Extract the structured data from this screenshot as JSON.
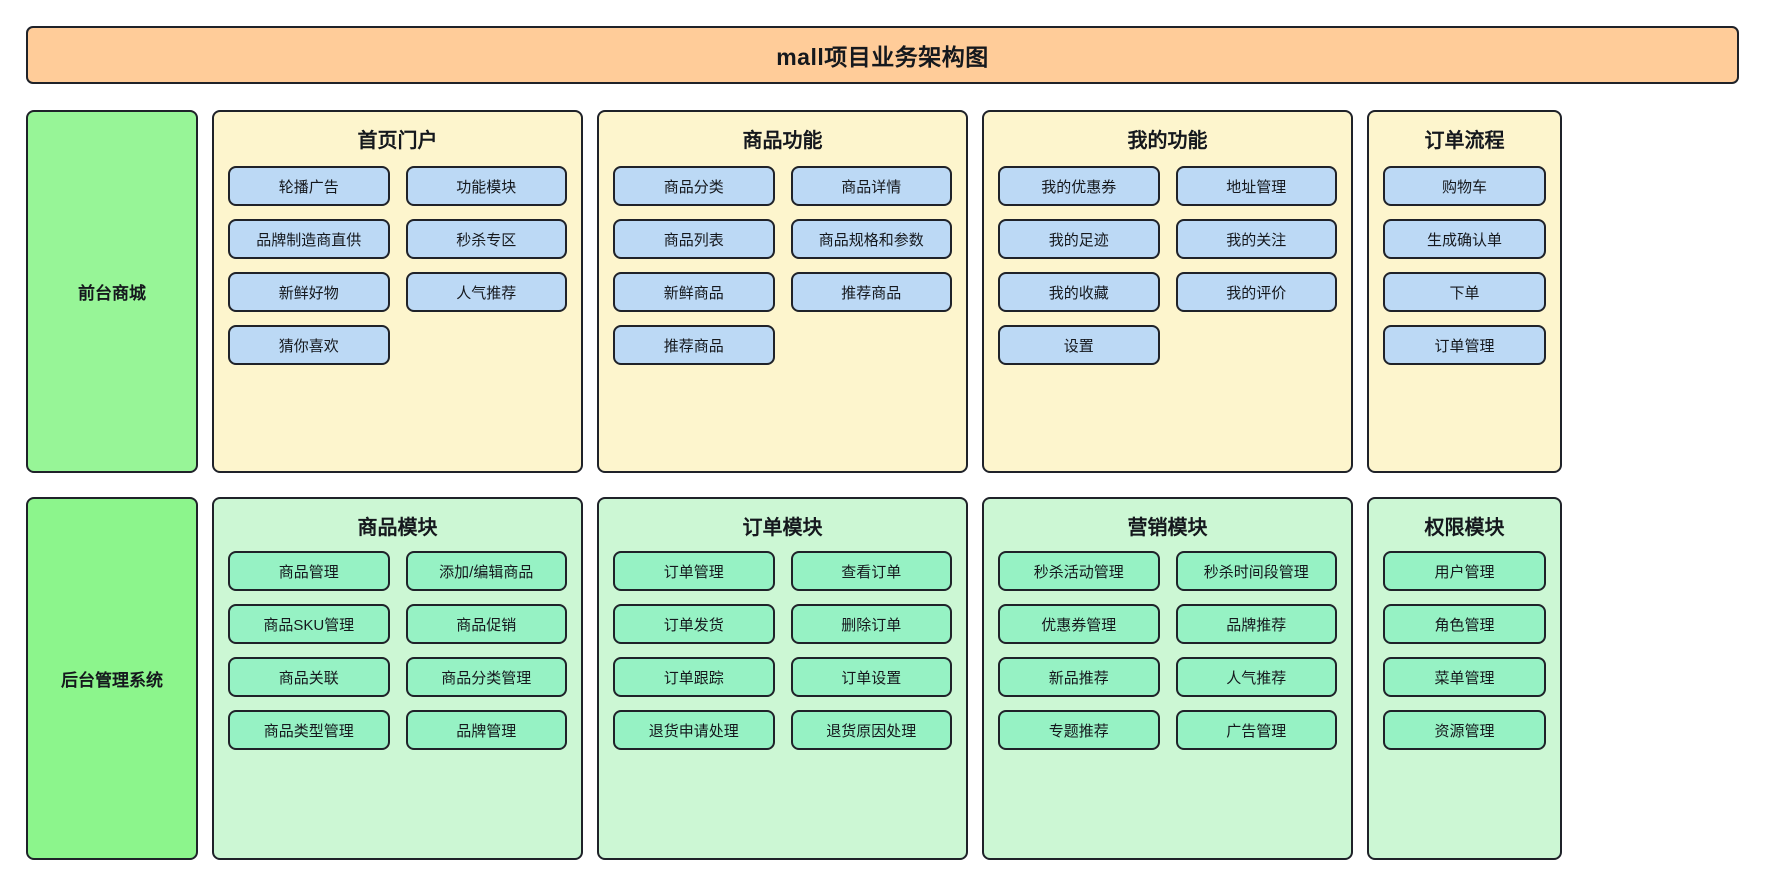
{
  "title": "mall项目业务架构图",
  "colors": {
    "title_bg": "#ffcc99",
    "front_side_bg": "#97f597",
    "admin_side_bg": "#8cf58c",
    "front_group_bg": "#fdf5cd",
    "admin_group_bg": "#ccf7d4",
    "front_item_bg": "#bcd9f5",
    "admin_item_bg": "#96f2c4",
    "border": "#1f2229"
  },
  "rows": [
    {
      "side_label": "前台商城",
      "groups": [
        {
          "title": "首页门户",
          "items": [
            "轮播广告",
            "功能模块",
            "品牌制造商直供",
            "秒杀专区",
            "新鲜好物",
            "人气推荐",
            "猜你喜欢"
          ]
        },
        {
          "title": "商品功能",
          "items": [
            "商品分类",
            "商品详情",
            "商品列表",
            "商品规格和参数",
            "新鲜商品",
            "推荐商品",
            "推荐商品"
          ]
        },
        {
          "title": "我的功能",
          "items": [
            "我的优惠券",
            "地址管理",
            "我的足迹",
            "我的关注",
            "我的收藏",
            "我的评价",
            "设置"
          ]
        },
        {
          "title": "订单流程",
          "items": [
            "购物车",
            "生成确认单",
            "下单",
            "订单管理"
          ]
        }
      ]
    },
    {
      "side_label": "后台管理系统",
      "groups": [
        {
          "title": "商品模块",
          "items": [
            "商品管理",
            "添加/编辑商品",
            "商品SKU管理",
            "商品促销",
            "商品关联",
            "商品分类管理",
            "商品类型管理",
            "品牌管理"
          ]
        },
        {
          "title": "订单模块",
          "items": [
            "订单管理",
            "查看订单",
            "订单发货",
            "删除订单",
            "订单跟踪",
            "订单设置",
            "退货申请处理",
            "退货原因处理"
          ]
        },
        {
          "title": "营销模块",
          "items": [
            "秒杀活动管理",
            "秒杀时间段管理",
            "优惠券管理",
            "品牌推荐",
            "新品推荐",
            "人气推荐",
            "专题推荐",
            "广告管理"
          ]
        },
        {
          "title": "权限模块",
          "items": [
            "用户管理",
            "角色管理",
            "菜单管理",
            "资源管理"
          ]
        }
      ]
    }
  ]
}
